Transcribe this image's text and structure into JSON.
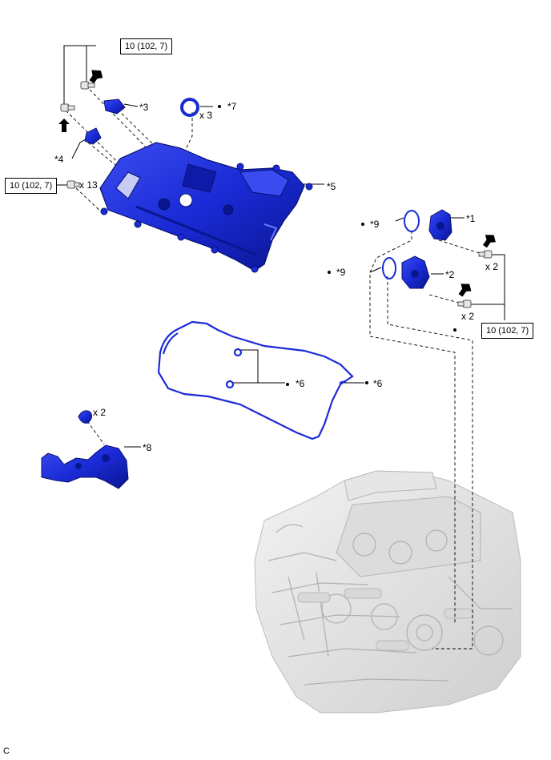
{
  "torque": {
    "top": "10 (102, 7)",
    "left": "10 (102, 7)",
    "right": "10 (102, 7)"
  },
  "qty": {
    "head_bolts": "x 13",
    "gasket_7": "x 3",
    "bolt_1": "x 2",
    "bolt_2": "x 2",
    "cap_8": "x 2"
  },
  "callouts": {
    "c1": "*1",
    "c2": "*2",
    "c3": "*3",
    "c4": "*4",
    "c5": "*5",
    "c6a": "*6",
    "c6b": "*6",
    "c7": "*7",
    "c8": "*8",
    "c9a": "*9",
    "c9b": "*9"
  },
  "illustration_code": "C",
  "colors": {
    "part_blue": "#1a2bd6",
    "part_dark": "#0a1590",
    "line": "#000000",
    "engine_gray": "#c8c8c8"
  }
}
